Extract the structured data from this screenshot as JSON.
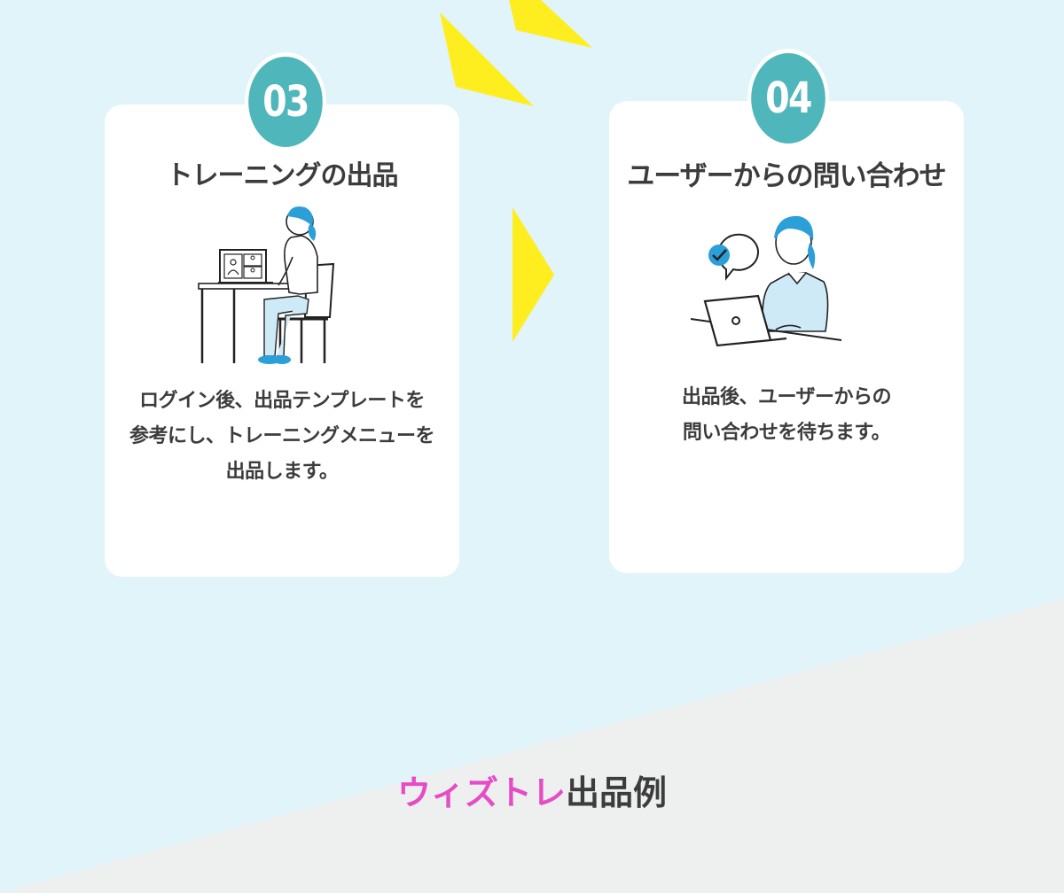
{
  "steps": [
    {
      "number": "03",
      "title": "トレーニングの出品",
      "description": "ログイン後、出品テンプレートを\n参考にし、トレーニングメニューを\n出品します。",
      "illustration": "woman-at-desk-video-call-icon"
    },
    {
      "number": "04",
      "title": "ユーザーからの問い合わせ",
      "description": "出品後、ユーザーからの\n問い合わせを待ちます。",
      "illustration": "woman-laptop-checkmark-icon"
    }
  ],
  "section": {
    "title_accent": "ウィズトレ",
    "title_rest": "出品例"
  },
  "colors": {
    "background": "#e0f4f9",
    "lower_background": "#eef0f0",
    "badge": "#4fb6bb",
    "accent_pink": "#e64cc5",
    "arrow_yellow": "#ffee1f",
    "illustration_blue": "#2a9fd8"
  }
}
